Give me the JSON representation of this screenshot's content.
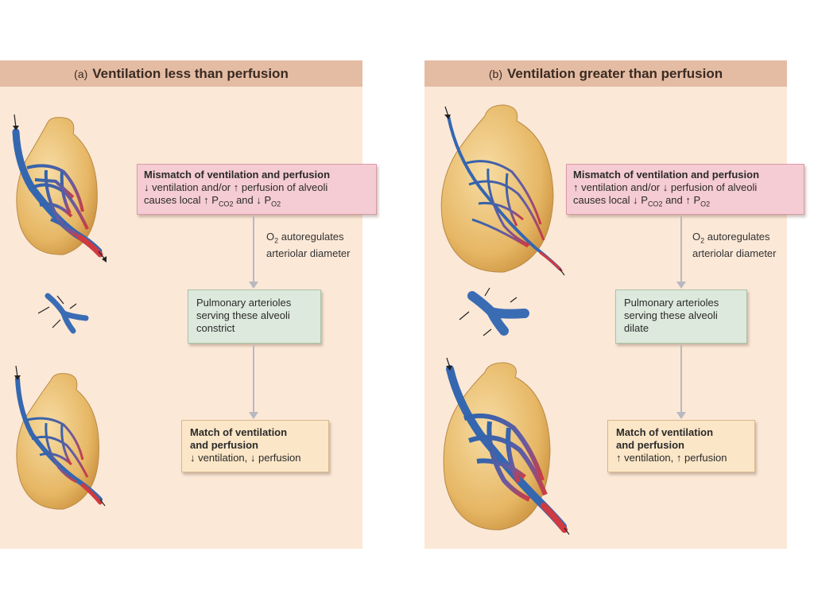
{
  "panel_a": {
    "letter": "(a)",
    "title": "Ventilation less than perfusion",
    "mismatch_title": "Mismatch of ventilation and perfusion",
    "mismatch_line1": "↓ ventilation and/or ↑ perfusion of alveoli",
    "mismatch_line2_prefix": "causes local ↑ P",
    "mismatch_co2_sub": "CO",
    "mismatch_co2_subsub": "2",
    "mismatch_and": " and ↓ P",
    "mismatch_o2_sub": "O",
    "mismatch_o2_subsub": "2",
    "note_line1_prefix": "O",
    "note_line1_sub": "2",
    "note_line1_rest": " autoregulates",
    "note_line2": "arteriolar diameter",
    "arterioles_line1": "Pulmonary arterioles",
    "arterioles_line2": "serving these alveoli",
    "arterioles_line3": "constrict",
    "match_line1": "Match of ventilation",
    "match_line2": "and perfusion",
    "match_line3": "↓ ventilation, ↓ perfusion"
  },
  "panel_b": {
    "letter": "(b)",
    "title": "Ventilation greater than perfusion",
    "mismatch_title": "Mismatch of ventilation and perfusion",
    "mismatch_line1": "↑ ventilation and/or ↓ perfusion of alveoli",
    "mismatch_line2_prefix": "causes local ↓ P",
    "mismatch_co2_sub": "CO",
    "mismatch_co2_subsub": "2",
    "mismatch_and": " and ↑ P",
    "mismatch_o2_sub": "O",
    "mismatch_o2_subsub": "2",
    "note_line1_prefix": "O",
    "note_line1_sub": "2",
    "note_line1_rest": " autoregulates",
    "note_line2": "arteriolar diameter",
    "arterioles_line1": "Pulmonary arterioles",
    "arterioles_line2": "serving these alveoli",
    "arterioles_line3": "dilate",
    "match_line1": "Match of ventilation",
    "match_line2": "and perfusion",
    "match_line3": "↑ ventilation, ↑ perfusion"
  },
  "colors": {
    "panel_bg": "#fbe8d7",
    "header_bg": "#e4bca3",
    "alveolus": "#e9bf72",
    "vessel_blue": "#3e6fb3",
    "vessel_red": "#d23a3f",
    "pink_box": "#f5ccd3",
    "green_box": "#dde9dc",
    "tan_box": "#fbe6c7"
  }
}
